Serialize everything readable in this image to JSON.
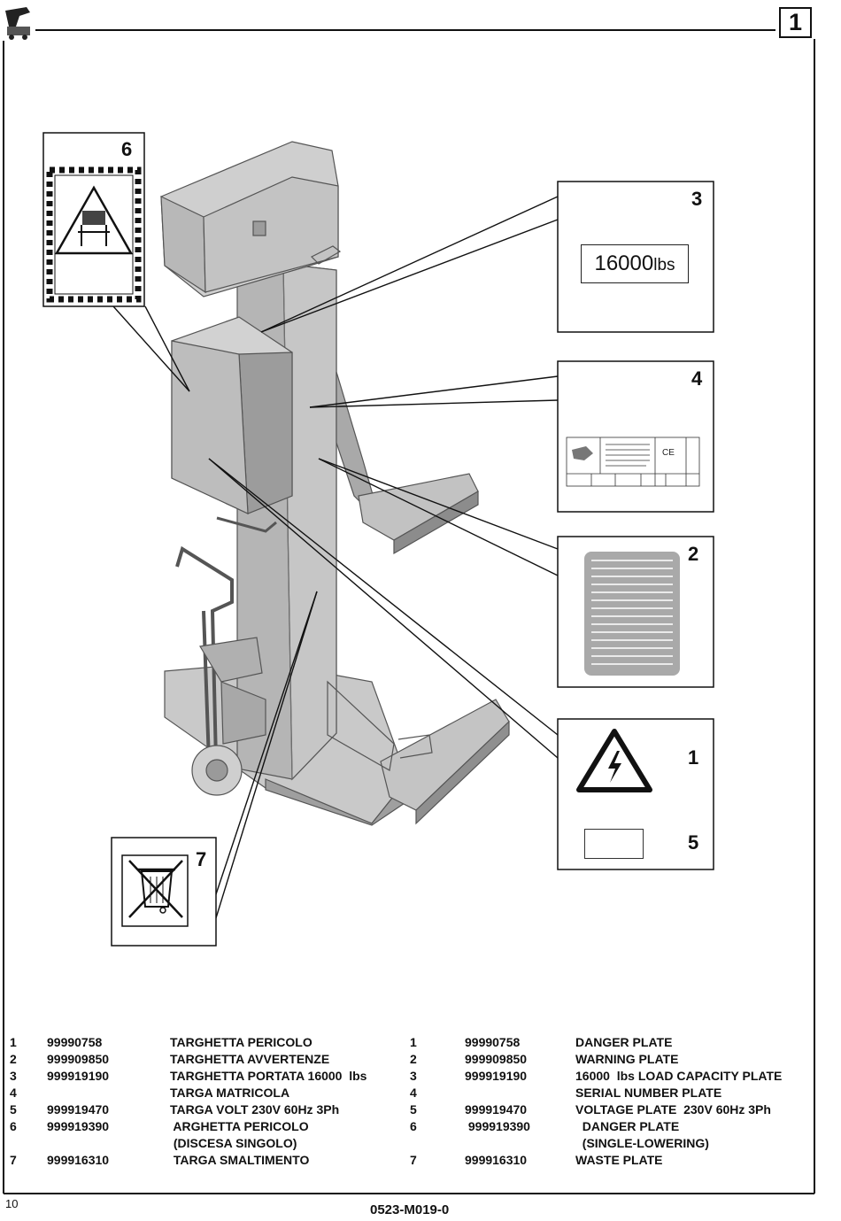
{
  "header": {
    "page_box_number": "1"
  },
  "callouts": [
    {
      "id": "callout-6",
      "number": "6",
      "content": "warning-lift-triangle"
    },
    {
      "id": "callout-3",
      "number": "3",
      "capacity_value": "16000",
      "capacity_unit": "lbs"
    },
    {
      "id": "callout-4",
      "number": "4",
      "content": "serial-number-plate-drawing"
    },
    {
      "id": "callout-2",
      "number": "2",
      "content": "warning-text-plate"
    },
    {
      "id": "callout-1",
      "number": "1",
      "content": "electrical-hazard-triangle"
    },
    {
      "id": "callout-5",
      "number": "5",
      "content": "voltage-plate-rectangle"
    },
    {
      "id": "callout-7",
      "number": "7",
      "content": "crossed-bin-icon"
    }
  ],
  "parts_it": [
    {
      "n": "1",
      "code": "99990758",
      "desc": "TARGHETTA PERICOLO"
    },
    {
      "n": "2",
      "code": "999909850",
      "desc": "TARGHETTA AVVERTENZE"
    },
    {
      "n": "3",
      "code": "999919190",
      "desc": "TARGHETTA PORTATA 16000  lbs"
    },
    {
      "n": "4",
      "code": "",
      "desc": "TARGA MATRICOLA"
    },
    {
      "n": "5",
      "code": "999919470",
      "desc": "TARGA VOLT 230V 60Hz 3Ph"
    },
    {
      "n": "6",
      "code": "999919390",
      "desc": " ARGHETTA PERICOLO"
    },
    {
      "n": "",
      "code": "",
      "desc": " (DISCESA SINGOLO)"
    },
    {
      "n": "7",
      "code": "999916310",
      "desc": " TARGA SMALTIMENTO"
    }
  ],
  "parts_en": [
    {
      "n": "1",
      "code": "99990758",
      "desc": "DANGER PLATE"
    },
    {
      "n": "2",
      "code": "999909850",
      "desc": "WARNING PLATE"
    },
    {
      "n": "3",
      "code": "999919190",
      "desc": "16000  lbs LOAD CAPACITY PLATE"
    },
    {
      "n": "4",
      "code": "",
      "desc": "SERIAL NUMBER PLATE"
    },
    {
      "n": "5",
      "code": "999919470",
      "desc": "VOLTAGE PLATE  230V 60Hz 3Ph"
    },
    {
      "n": "6",
      "code": " 999919390",
      "desc": "  DANGER PLATE"
    },
    {
      "n": "",
      "code": "",
      "desc": "  (SINGLE-LOWERING)"
    },
    {
      "n": "7",
      "code": "999916310",
      "desc": "WASTE PLATE"
    }
  ],
  "footer": {
    "page_number": "10",
    "document_code": "0523-M019-0"
  },
  "colors": {
    "lift_body": "#b7b7b7",
    "lift_dark": "#8f8f8f",
    "lift_light": "#d6d6d6",
    "plate_gray": "#a9a9a9",
    "ink": "#111111"
  }
}
